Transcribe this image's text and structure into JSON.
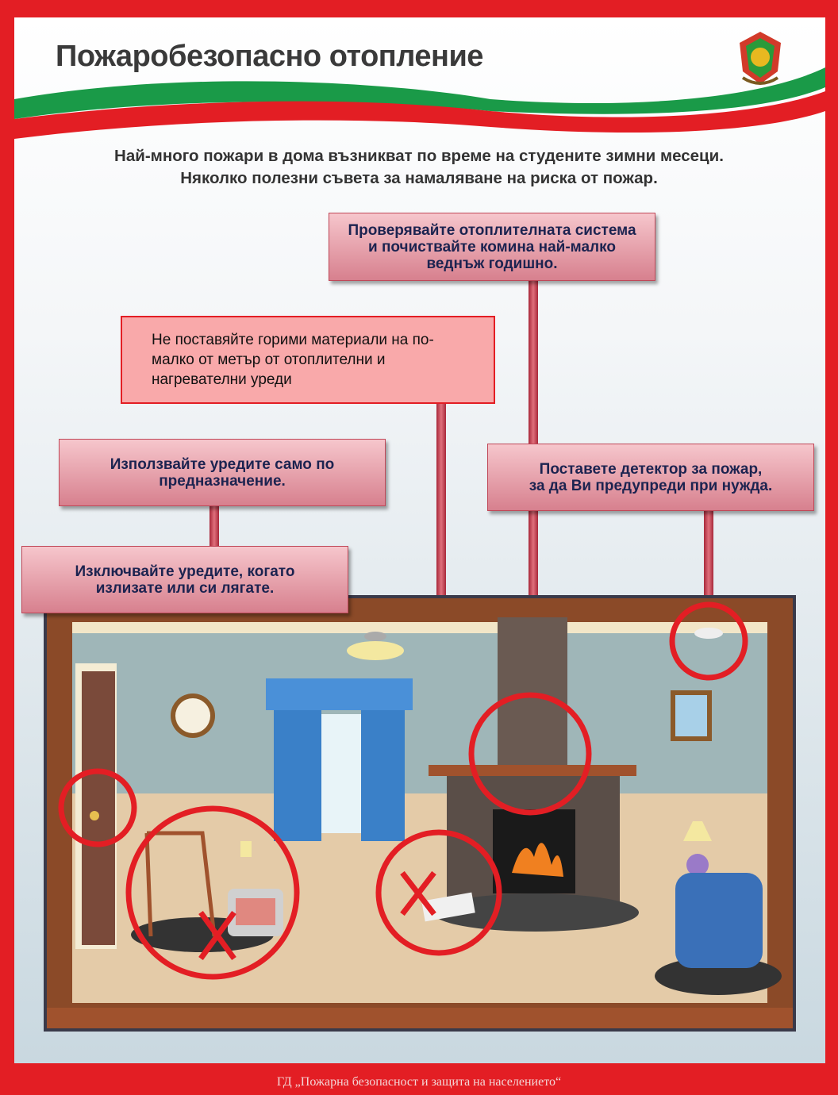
{
  "header": {
    "title": "Пожаробезопасно отопление",
    "logo": "coat-of-arms"
  },
  "intro": {
    "line1": "Най-много пожари в дома възникват по време на студените зимни месеци.",
    "line2": "Няколко полезни съвета за намаляване на риска от пожар."
  },
  "tips": {
    "chimney": "Проверявайте отоплителната система\nи почиствайте комина най-малко\nведнъж годишно.",
    "distance": "Не поставяйте горими материали на по-\nмалко от метър от отоплителни и\nнагревателни уреди",
    "purpose": "Използвайте уредите само по\nпредназначение.",
    "detector": "Поставете детектор за пожар,\nза да Ви предупреди при нужда.",
    "switch_off": "Изключвайте уредите, когато\nизлизате или си лягате."
  },
  "footer": "ГД „Пожарна безопасност и защита на населението“",
  "colors": {
    "border": "#e31e24",
    "green": "#1a9a48",
    "callout_text": "#1c2350"
  }
}
